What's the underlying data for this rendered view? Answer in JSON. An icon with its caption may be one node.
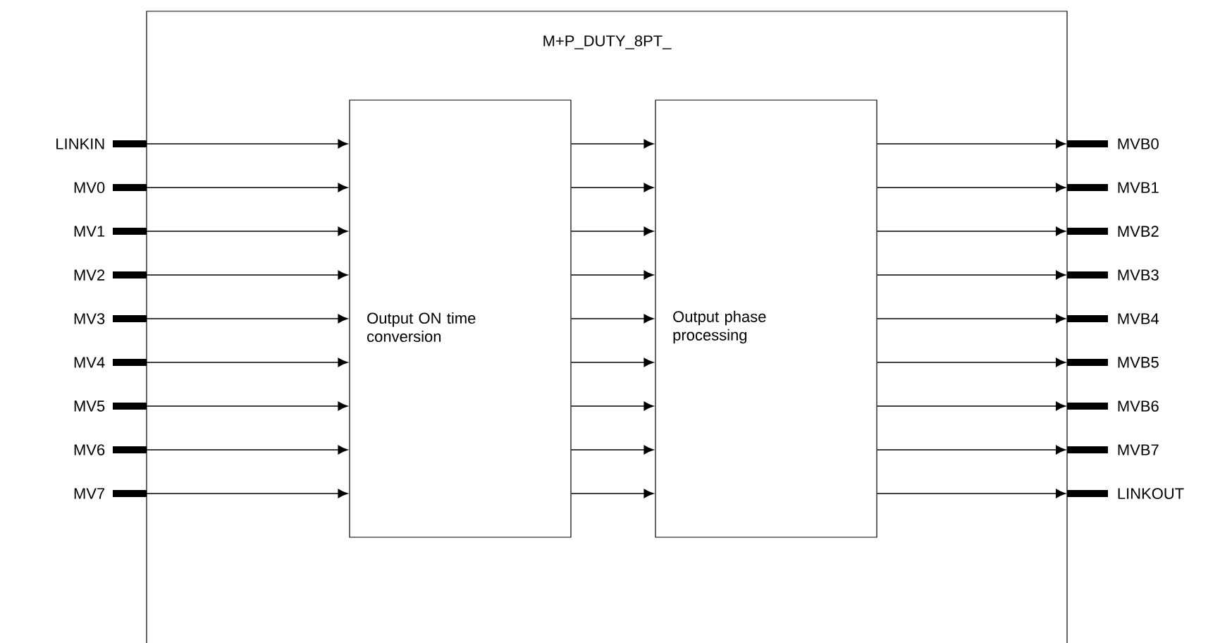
{
  "diagram": {
    "nodes": [
      {
        "text": [
          "M+P_DUTY_8PT_"
        ]
      },
      {
        "text": [
          "Output ON time conversion"
        ],
        "in": 0
      },
      {
        "text": [
          "Output phase processing"
        ],
        "in": 0
      },
      {
        "text": [
          "LINKIN"
        ]
      },
      {
        "text": [
          "MV0"
        ]
      },
      {
        "text": [
          "MV1"
        ]
      },
      {
        "text": [
          "MV2"
        ]
      },
      {
        "text": [
          "MV3"
        ]
      },
      {
        "text": [
          "MV4"
        ]
      },
      {
        "text": [
          "MV5"
        ]
      },
      {
        "text": [
          "MV6"
        ]
      },
      {
        "text": [
          "MV7"
        ]
      },
      {
        "text": [
          "MVB0"
        ]
      },
      {
        "text": [
          "MVB1"
        ]
      },
      {
        "text": [
          "MVB2"
        ]
      },
      {
        "text": [
          "MVB3"
        ]
      },
      {
        "text": [
          "MVB4"
        ]
      },
      {
        "text": [
          "MVB5"
        ]
      },
      {
        "text": [
          "MVB6"
        ]
      },
      {
        "text": [
          "MVB7"
        ]
      },
      {
        "text": [
          "LINKOUT"
        ]
      }
    ],
    "edges": [
      {
        "from": 3,
        "to": 1,
        "arrow": "to"
      },
      {
        "from": 4,
        "to": 1,
        "arrow": "to"
      },
      {
        "from": 5,
        "to": 1,
        "arrow": "to"
      },
      {
        "from": 6,
        "to": 1,
        "arrow": "to"
      },
      {
        "from": 7,
        "to": 1,
        "arrow": "to"
      },
      {
        "from": 8,
        "to": 1,
        "arrow": "to"
      },
      {
        "from": 9,
        "to": 1,
        "arrow": "to"
      },
      {
        "from": 10,
        "to": 1,
        "arrow": "to"
      },
      {
        "from": 11,
        "to": 1,
        "arrow": "to"
      },
      {
        "from": 1,
        "to": 2,
        "arrow": "to"
      },
      {
        "from": 1,
        "to": 2,
        "arrow": "to"
      },
      {
        "from": 1,
        "to": 2,
        "arrow": "to"
      },
      {
        "from": 1,
        "to": 2,
        "arrow": "to"
      },
      {
        "from": 1,
        "to": 2,
        "arrow": "to"
      },
      {
        "from": 1,
        "to": 2,
        "arrow": "to"
      },
      {
        "from": 1,
        "to": 2,
        "arrow": "to"
      },
      {
        "from": 1,
        "to": 2,
        "arrow": "to"
      },
      {
        "from": 1,
        "to": 2,
        "arrow": "to"
      },
      {
        "from": 2,
        "to": 12,
        "arrow": "to"
      },
      {
        "from": 2,
        "to": 13,
        "arrow": "to"
      },
      {
        "from": 2,
        "to": 14,
        "arrow": "to"
      },
      {
        "from": 2,
        "to": 15,
        "arrow": "to"
      },
      {
        "from": 2,
        "to": 16,
        "arrow": "to"
      },
      {
        "from": 2,
        "to": 17,
        "arrow": "to"
      },
      {
        "from": 2,
        "to": 18,
        "arrow": "to"
      },
      {
        "from": 2,
        "to": 19,
        "arrow": "to"
      },
      {
        "from": 2,
        "to": 20,
        "arrow": "to"
      }
    ]
  }
}
